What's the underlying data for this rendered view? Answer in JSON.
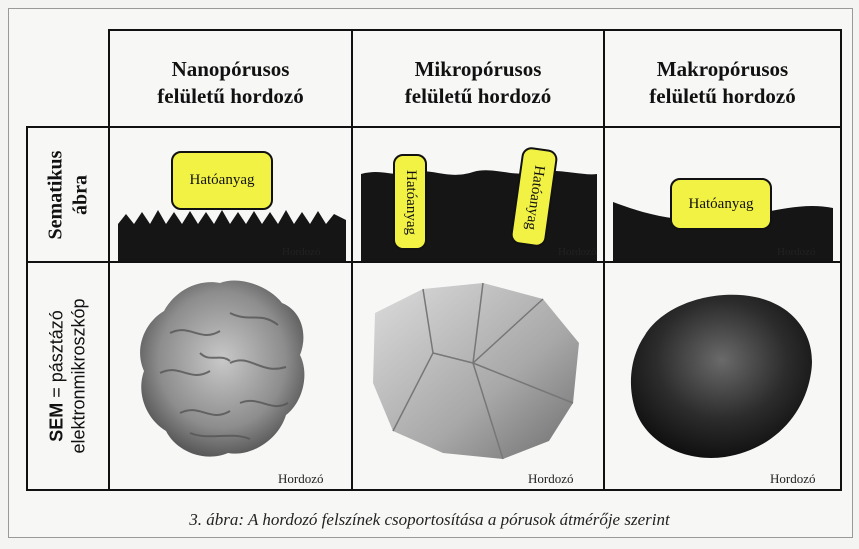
{
  "headers": {
    "nano": {
      "line1": "Nanopórusos",
      "line2": "felületű hordozó"
    },
    "mikro": {
      "line1": "Mikropórusos",
      "line2": "felületű hordozó"
    },
    "makro": {
      "line1": "Makropórusos",
      "line2": "felületű hordozó"
    }
  },
  "rows": {
    "schematic": {
      "line1": "Sematikus",
      "line2": "ábra"
    },
    "sem": {
      "abbr": "SEM",
      "rest": " = pásztázó",
      "line2": "elektronmikroszkóp"
    }
  },
  "labels": {
    "active": "Hatóanyag",
    "carrier": "Hordozó"
  },
  "caption": "3. ábra: A hordozó felszínek csoportosítása a pórusok átmérője szerint",
  "colors": {
    "active_fill": "#f2f245",
    "carrier": "#151515"
  }
}
